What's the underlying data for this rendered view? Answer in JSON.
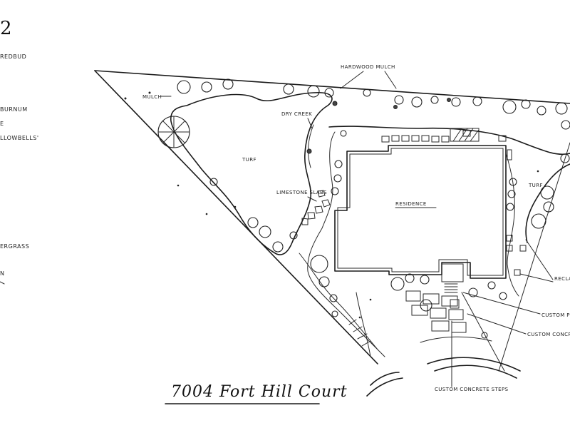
{
  "title": "7004 Fort Hill Court",
  "legend": {
    "symbol": "2",
    "items": [
      "REDBUD",
      "BURNUM",
      "E",
      "LLOWBELLS'",
      "ERGRASS",
      "N"
    ]
  },
  "labels": {
    "hardwood_mulch": "HARDWOOD MULCH",
    "mulch": "MULCH",
    "dry_creek": "DRY CREEK",
    "turf_left": "TURF",
    "turf_right": "TURF",
    "limestone_slabs": "LIMESTONE SLABS",
    "residence": "RESIDENCE",
    "reclaimed_limestone": "RECLAIMED LIMESTONE",
    "custom_1": "CUSTOM P",
    "custom_2": "CUSTOM CONCRETE",
    "custom_concrete_steps": "CUSTOM CONCRETE STEPS"
  }
}
